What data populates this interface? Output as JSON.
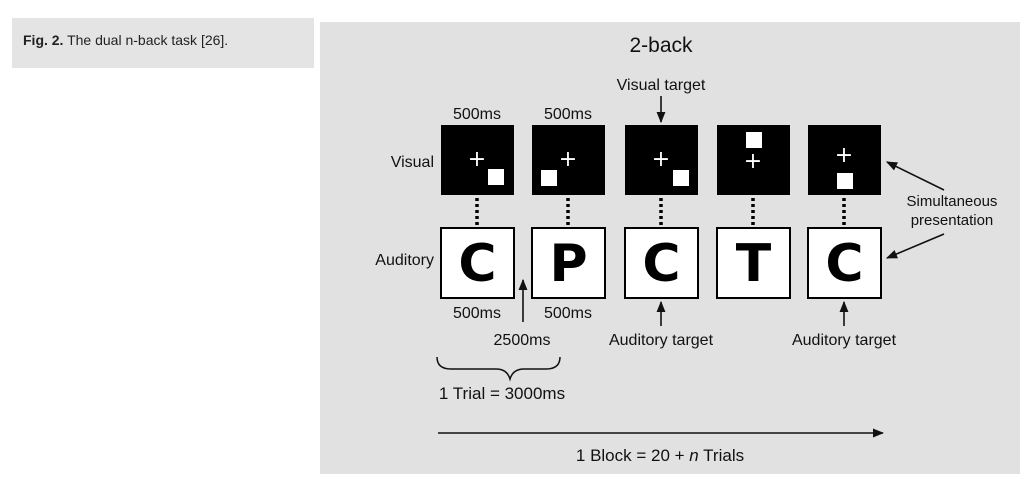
{
  "caption": {
    "label": "Fig. 2.",
    "text": "The dual n-back task [26]."
  },
  "figure": {
    "title": "2-back",
    "row_labels": {
      "visual": "Visual",
      "auditory": "Auditory"
    },
    "top_durations": [
      "500ms",
      "500ms"
    ],
    "bottom_durations": [
      "500ms",
      "500ms"
    ],
    "interval_label": "2500ms",
    "visual_target_label": "Visual target",
    "auditory_target_labels": [
      "Auditory target",
      "Auditory target"
    ],
    "simultaneous_label_lines": [
      "Simultaneous",
      "presentation"
    ],
    "trial_label": "1 Trial = 3000ms",
    "block_label": {
      "prefix": "1 Block = 20 + ",
      "n": "n",
      "suffix": " Trials"
    },
    "letters": [
      "C",
      "P",
      "C",
      "T",
      "C"
    ],
    "visual_square_positions": [
      "bottom-right",
      "bottom-left",
      "bottom-right",
      "top-center",
      "bottom-center"
    ]
  }
}
